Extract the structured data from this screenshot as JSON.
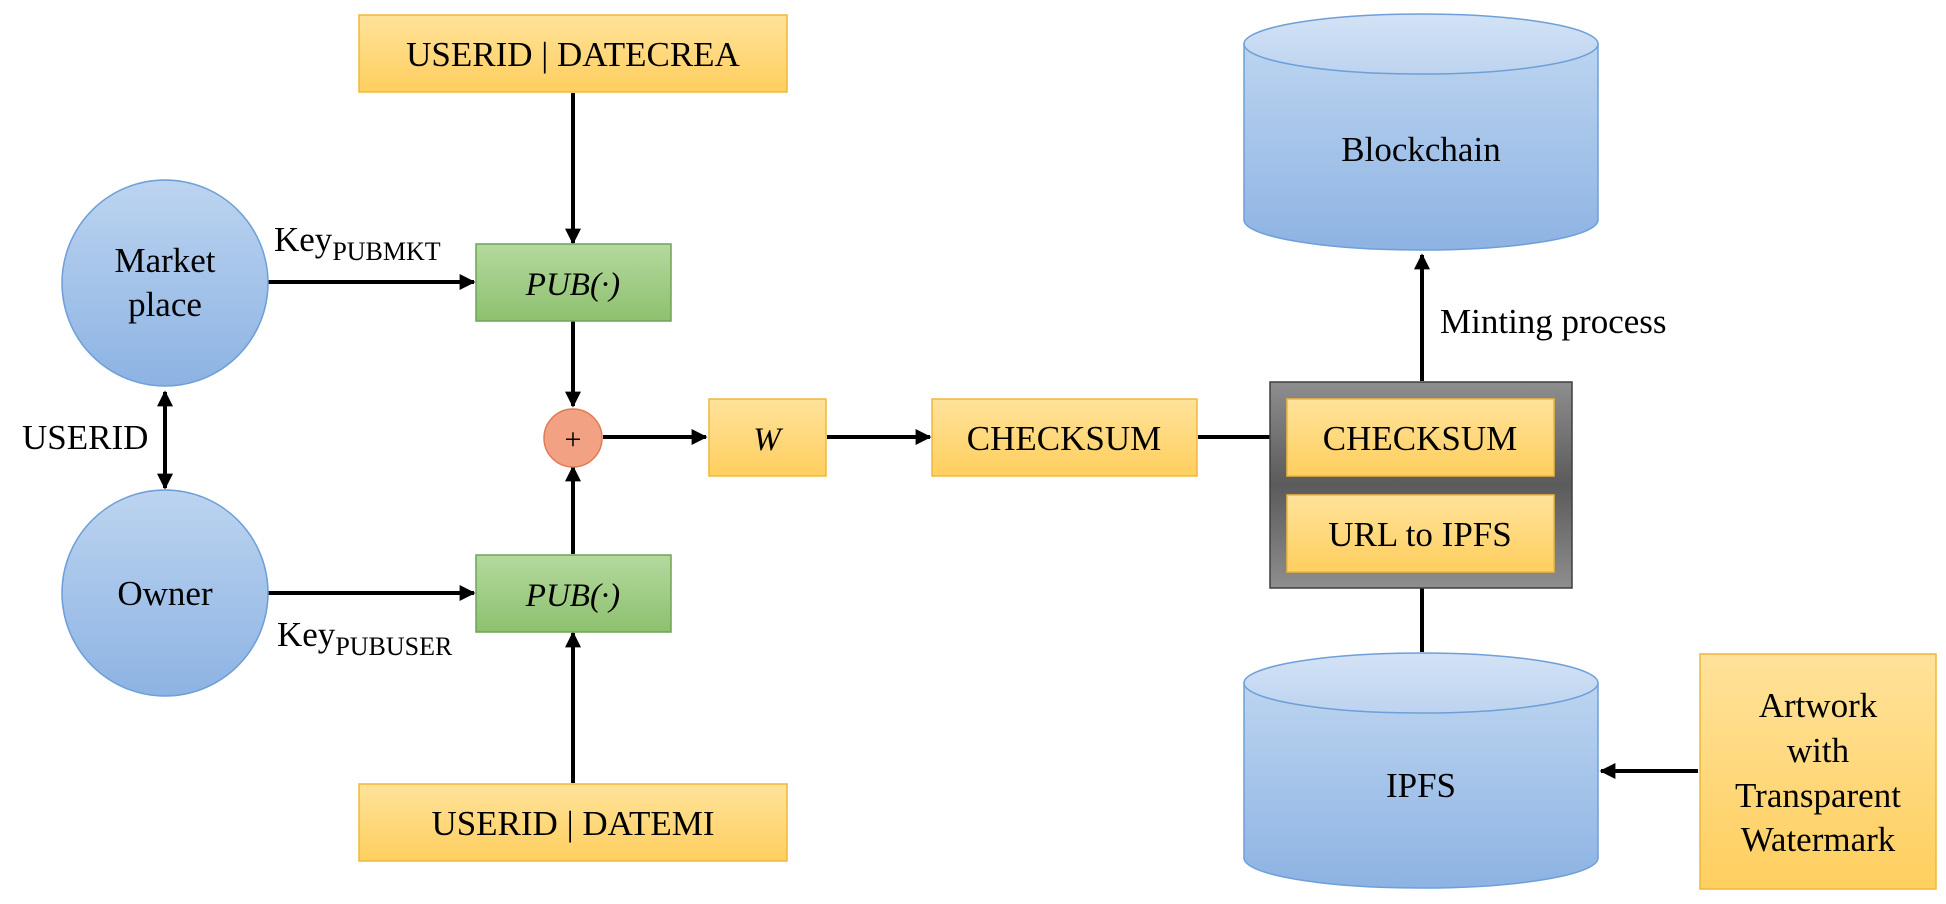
{
  "nodes": {
    "userid_datecrea": "USERID | DATECREA",
    "userid_datemi": "USERID | DATEMI",
    "marketplace_line1": "Market",
    "marketplace_line2": "place",
    "owner": "Owner",
    "pub_top": "PUB(·)",
    "pub_bottom": "PUB(·)",
    "xor_symbol": "+",
    "w": "W",
    "checksum": "CHECKSUM",
    "token_checksum": "CHECKSUM",
    "token_url": "URL to IPFS",
    "blockchain": "Blockchain",
    "ipfs": "IPFS",
    "artwork_line1": "Artwork",
    "artwork_line2": "with",
    "artwork_line3": "Transparent",
    "artwork_line4": "Watermark"
  },
  "labels": {
    "key_mkt_main": "Key",
    "key_mkt_sub": "PUBMKT",
    "key_user_main": "Key",
    "key_user_sub": "PUBUSER",
    "userid": "USERID",
    "minting": "Minting process"
  },
  "colors": {
    "orange_fill": "#FFD77A",
    "orange_stroke": "#F0B73C",
    "green_fill": "#9FCB84",
    "green_stroke": "#6FA456",
    "blue_fill": "#A6C5EA",
    "blue_stroke": "#6E9FD8",
    "xor_fill": "#F2A283",
    "gray_dark": "#666666"
  }
}
